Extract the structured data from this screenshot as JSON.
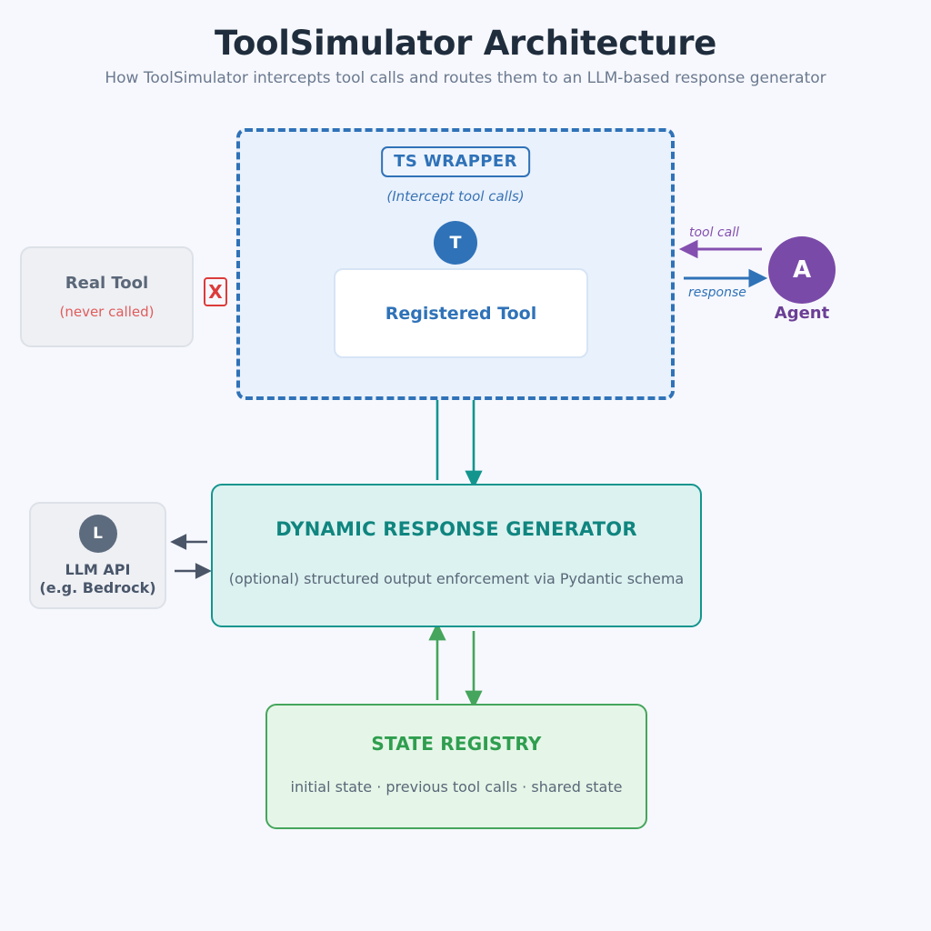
{
  "header": {
    "title": "ToolSimulator Architecture",
    "subtitle": "How ToolSimulator intercepts tool calls and routes them to an LLM-based response generator"
  },
  "wrapper": {
    "badge": "TS WRAPPER",
    "note": "(Intercept tool calls)",
    "avatar": "T",
    "registered_tool": "Registered Tool"
  },
  "real_tool": {
    "title": "Real Tool",
    "note": "(never called)",
    "blocked_marker": "X"
  },
  "agent": {
    "avatar": "A",
    "label": "Agent",
    "inbound_label": "tool call",
    "outbound_label": "response"
  },
  "generator": {
    "title": "DYNAMIC RESPONSE GENERATOR",
    "subtitle": "(optional) structured output enforcement via Pydantic schema"
  },
  "llm": {
    "avatar": "L",
    "line1": "LLM API",
    "line2": "(e.g. Bedrock)"
  },
  "state_registry": {
    "title": "STATE REGISTRY",
    "subtitle": "initial state  ·  previous tool calls  ·  shared state"
  },
  "colors": {
    "background": "#f7f8fd",
    "title": "#1f2d3d",
    "subtitle": "#6b7a90",
    "wrapper_blue": "#2f72b8",
    "wrapper_fill": "#e9f1fc",
    "agent_purple": "#7a4aa8",
    "agent_label": "#6b3f96",
    "generator_teal": "#13958e",
    "generator_fill": "#dbf2f0",
    "registry_green": "#45a55c",
    "registry_fill": "#e5f6e8",
    "danger_red": "#dc3b3b",
    "muted_gray": "#5a6778"
  }
}
